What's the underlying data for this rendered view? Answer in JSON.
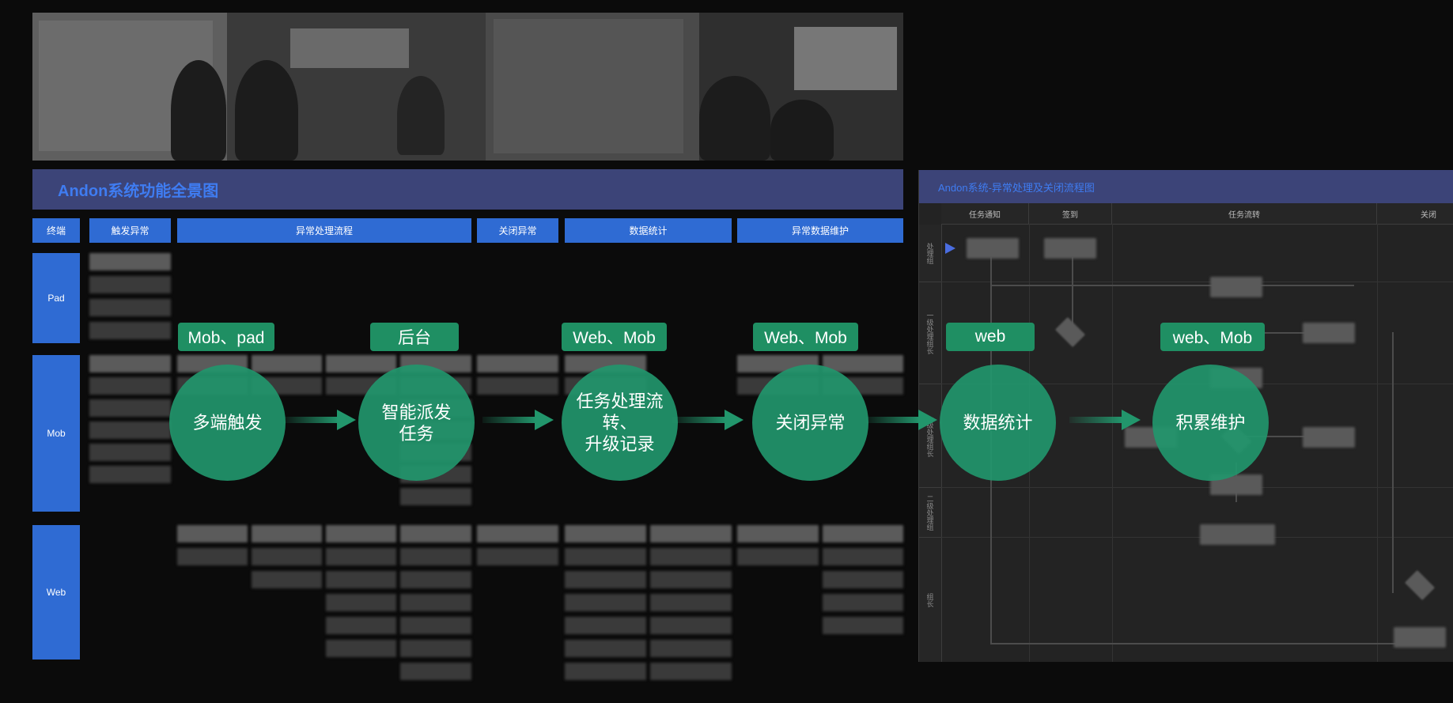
{
  "overview": {
    "title": "Andon系统功能全景图",
    "columns": [
      "终端",
      "触发异常",
      "异常处理流程",
      "关闭异常",
      "数据统计",
      "异常数据维护"
    ],
    "rows": [
      "Pad",
      "Mob",
      "Web"
    ]
  },
  "flowchart": {
    "title": "Andon系统-异常处理及关闭流程图",
    "columns": [
      "任务通知",
      "签到",
      "任务流转",
      "关闭"
    ],
    "lanes": [
      "处理组",
      "一级处理组长",
      "一级处理组长",
      "二级处理组",
      "组长"
    ]
  },
  "process": {
    "steps": [
      {
        "platform": "Mob、pad",
        "label": "多端触发"
      },
      {
        "platform": "后台",
        "label": "智能派发\n任务"
      },
      {
        "platform": "Web、Mob",
        "label": "任务处理流转、\n升级记录"
      },
      {
        "platform": "Web、Mob",
        "label": "关闭异常"
      },
      {
        "platform": "web",
        "label": "数据统计"
      },
      {
        "platform": "web、Mob",
        "label": "积累维护"
      }
    ]
  },
  "colors": {
    "accent_blue": "#2f6bd3",
    "title_bar": "#3c4478",
    "title_text": "#3f7cf1",
    "step_green": "#1f8f63",
    "arrow_green": "#22966c"
  }
}
